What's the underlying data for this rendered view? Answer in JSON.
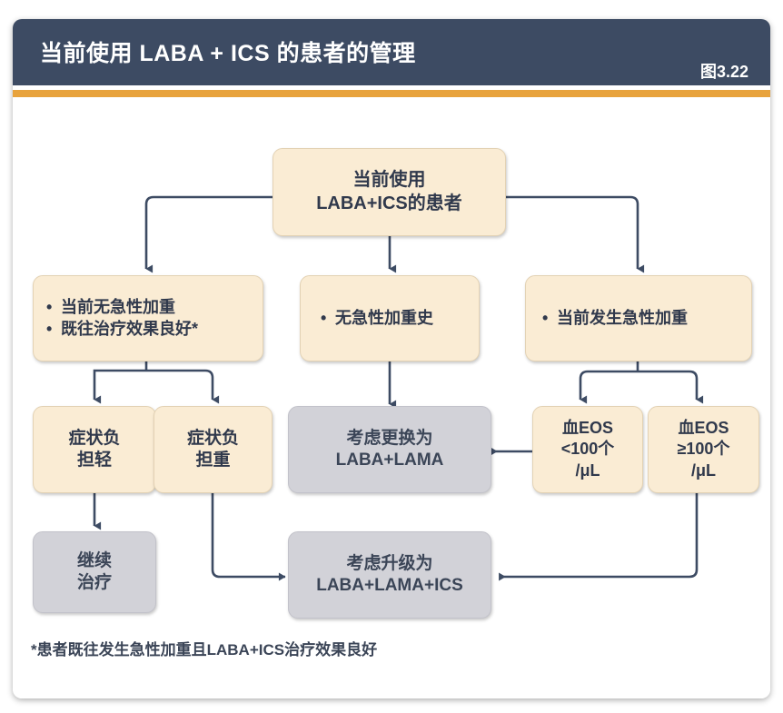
{
  "header": {
    "title": "当前使用 LABA + ICS 的患者的管理",
    "figure_number": "图3.22",
    "bg_color": "#3d4b63",
    "accent_color": "#e8a33d"
  },
  "colors": {
    "cream_node": "#faecd4",
    "gray_node": "#d2d2d8",
    "edge": "#3d4b63",
    "text": "#30394c"
  },
  "flowchart": {
    "nodes": {
      "root": {
        "line1": "当前使用",
        "line2": "LABA+ICS的患者",
        "style": "cream"
      },
      "branch_left": {
        "bullet1": "当前无急性加重",
        "bullet2": "既往治疗效果良好*",
        "style": "cream"
      },
      "branch_mid": {
        "bullet1": "无急性加重史",
        "style": "cream"
      },
      "branch_right": {
        "bullet1": "当前发生急性加重",
        "style": "cream"
      },
      "symptom_low": {
        "line1": "症状负",
        "line2": "担轻",
        "style": "cream"
      },
      "symptom_high": {
        "line1": "症状负",
        "line2": "担重",
        "style": "cream"
      },
      "eos_low": {
        "line1": "血EOS",
        "line2": "<100个",
        "line3": "/μL",
        "style": "cream"
      },
      "eos_high": {
        "line1": "血EOS",
        "line2": "≥100个",
        "line3": "/μL",
        "style": "cream"
      },
      "switch_laba_lama": {
        "line1": "考虑更换为",
        "line2": "LABA+LAMA",
        "style": "gray"
      },
      "continue_treatment": {
        "line1": "继续",
        "line2": "治疗",
        "style": "gray"
      },
      "escalate_triple": {
        "line1": "考虑升级为",
        "line2": "LABA+LAMA+ICS",
        "style": "gray"
      }
    },
    "footnote": "*患者既往发生急性加重且LABA+ICS治疗效果良好"
  }
}
